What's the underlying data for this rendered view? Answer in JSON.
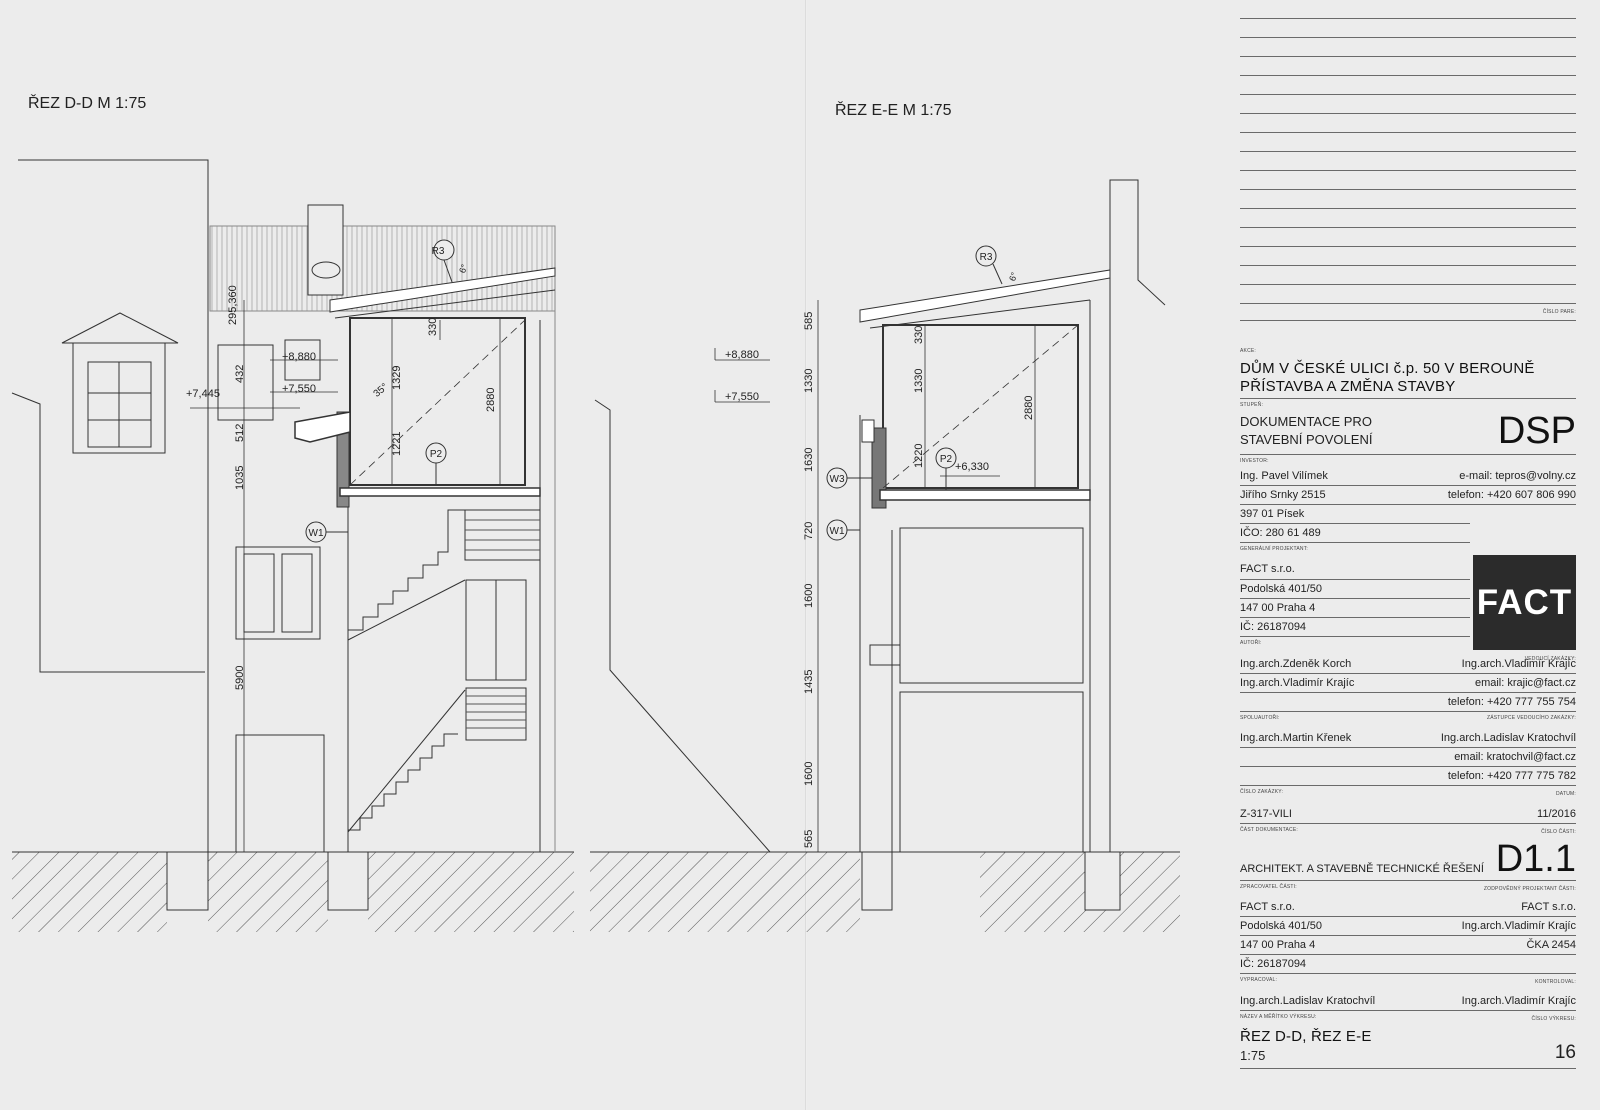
{
  "drawings": {
    "section_d": {
      "title": "ŘEZ D-D M 1:75",
      "levels": [
        "+8,880",
        "+7,550",
        "+7,445"
      ],
      "dims": [
        "295,360",
        "432",
        "512",
        "1035",
        "5900",
        "1329",
        "1221",
        "330",
        "2880"
      ],
      "tags": [
        "R3",
        "P2",
        "W1"
      ],
      "slope": "35°",
      "roof_pitch": "6°"
    },
    "section_e": {
      "title": "ŘEZ E-E M 1:75",
      "levels": [
        "+8,880",
        "+7,550",
        "+6,330"
      ],
      "dims": [
        "585",
        "1330",
        "1630",
        "720",
        "1600",
        "1435",
        "1600",
        "565",
        "330",
        "1330",
        "1220",
        "2880"
      ],
      "tags": [
        "R3",
        "P2",
        "W3",
        "W1"
      ],
      "roof_pitch": "6°"
    }
  },
  "title_block": {
    "cislo_pare_cap": "ČÍSLO PARE:",
    "akce_cap": "AKCE:",
    "akce_1": "DŮM V ČESKÉ ULICI č.p. 50 V BEROUNĚ",
    "akce_2": "PŘÍSTAVBA A ZMĚNA STAVBY",
    "stupen_cap": "STUPEŇ:",
    "stupen_1": "DOKUMENTACE PRO",
    "stupen_2": "STAVEBNÍ POVOLENÍ",
    "stupen_code": "DSP",
    "investor_cap": "INVESTOR:",
    "investor": [
      "Ing. Pavel Vilímek",
      "Jiřího Srnky 2515",
      "397 01 Písek",
      "IČO: 280 61 489"
    ],
    "investor_contact": [
      "e-mail:  tepros@volny.cz",
      "telefon: +420 607 806 990"
    ],
    "gp_cap": "GENERÁLNÍ PROJEKTANT:",
    "gp": [
      "FACT s.r.o.",
      "Podolská 401/50",
      "147 00  Praha 4",
      "IČ: 26187094"
    ],
    "logo": "FACT",
    "autori_cap": "AUTOŘI:",
    "vedouci_cap": "VEDOUCÍ ZAKÁZKY:",
    "autori": [
      "Ing.arch.Zdeněk Korch",
      "Ing.arch.Vladimír Krajíc"
    ],
    "vedouci": [
      "Ing.arch.Vladimír Krajíc",
      "email: krajic@fact.cz",
      "telefon: +420 777 755 754"
    ],
    "spoluautori_cap": "SPOLUAUTOŘI:",
    "zastupce_cap": "ZÁSTUPCE VEDOUCÍHO ZAKÁZKY:",
    "spoluautor": "Ing.arch.Martin Křenek",
    "zastupce": [
      "Ing.arch.Ladislav Kratochvíl",
      "email: kratochvil@fact.cz",
      "telefon: +420 777 775 782"
    ],
    "cislo_zakazky_cap": "ČÍSLO ZAKÁZKY:",
    "datum_cap": "DATUM:",
    "cislo_zakazky": "Z-317-VILI",
    "datum": "11/2016",
    "cast_cap": "ČÁST DOKUMENTACE:",
    "cislo_casti_cap": "ČÍSLO ČÁSTI:",
    "cast": "ARCHITEKT. A STAVEBNĚ TECHNICKÉ ŘEŠENÍ",
    "cislo_casti": "D1.1",
    "zpracovatel_cap": "ZPRACOVATEL ČÁSTI:",
    "zodpovedny_cap": "ZODPOVĚDNÝ PROJEKTANT ČÁSTI:",
    "zpracovatel": [
      "FACT s.r.o.",
      "Podolská 401/50",
      "147 00  Praha 4",
      "IČ: 26187094"
    ],
    "zodpovedny": [
      "FACT s.r.o.",
      "Ing.arch.Vladimír Krajíc",
      "ČKA 2454"
    ],
    "vypracoval_cap": "VYPRACOVAL:",
    "kontroloval_cap": "KONTROLOVAL:",
    "vypracoval": "Ing.arch.Ladislav Kratochvíl",
    "kontroloval": "Ing.arch.Vladimír Krajíc",
    "nazev_cap": "NÁZEV A MĚŘÍTKO VÝKRESU:",
    "cislo_vykresu_cap": "ČÍSLO VÝKRESU:",
    "nazev": "ŘEZ D-D, ŘEZ E-E",
    "meritko": "1:75",
    "cislo_vykresu": "16"
  }
}
